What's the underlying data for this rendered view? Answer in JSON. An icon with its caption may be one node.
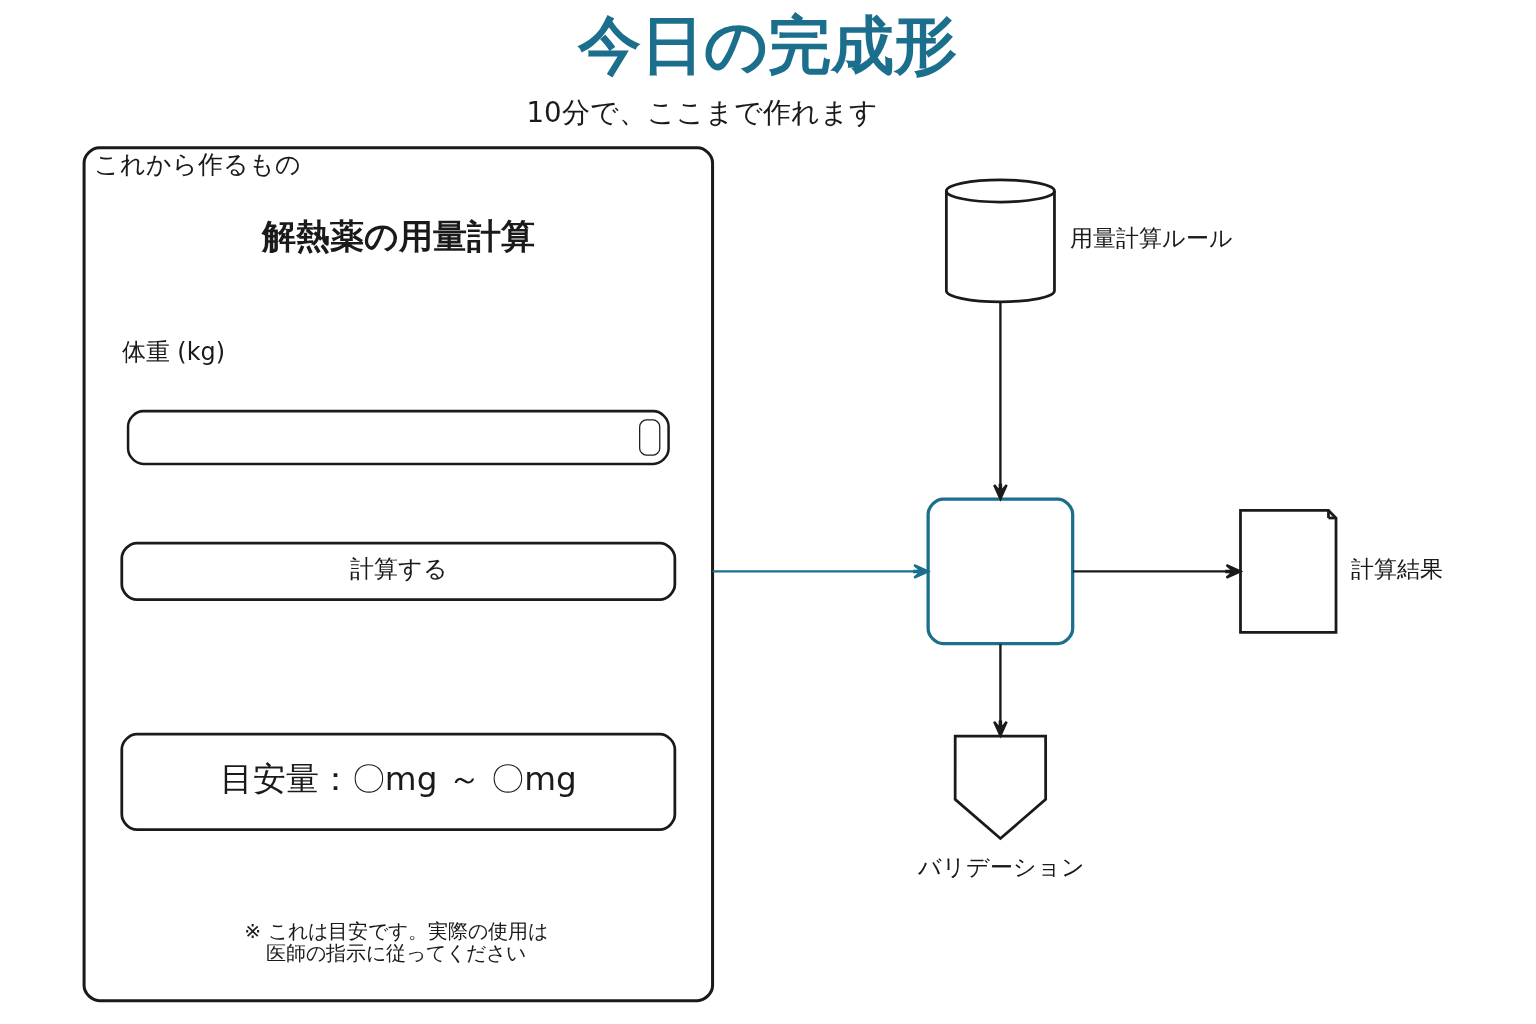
{
  "diagram": {
    "title": "今日の完成形",
    "nodes": [
      {
        "text": [
          "これから作るもの"
        ]
      },
      {
        "text": [],
        "shape": "box",
        "in": 0
      },
      {
        "text": [
          "計算する"
        ],
        "in": 0
      },
      {
        "text": [
          "目安量：〇mg ～ 〇mg"
        ],
        "in": 0
      },
      {
        "text": [],
        "shape": "cylinder",
        "beside": [
          "用量計算ルール"
        ]
      },
      {
        "text": [],
        "shape": "box"
      },
      {
        "text": [],
        "shape": "document",
        "beside": [
          "計算結果"
        ]
      },
      {
        "text": [],
        "shape": "shield",
        "beside": [
          "バリデーション"
        ]
      }
    ],
    "edges": [
      {
        "from": 0,
        "to": 5,
        "arrow": "to",
        "color": "#1c6f8c"
      },
      {
        "from": 4,
        "to": 5,
        "arrow": "to"
      },
      {
        "from": 5,
        "to": 6,
        "arrow": "to"
      },
      {
        "from": 5,
        "to": 7,
        "arrow": "to"
      }
    ],
    "labels": [
      "10分で、ここまで作れます",
      "解熱薬の用量計算",
      "体重 (kg)",
      "※ これは目安です。実際の使用は医師の指示に従ってください"
    ]
  }
}
